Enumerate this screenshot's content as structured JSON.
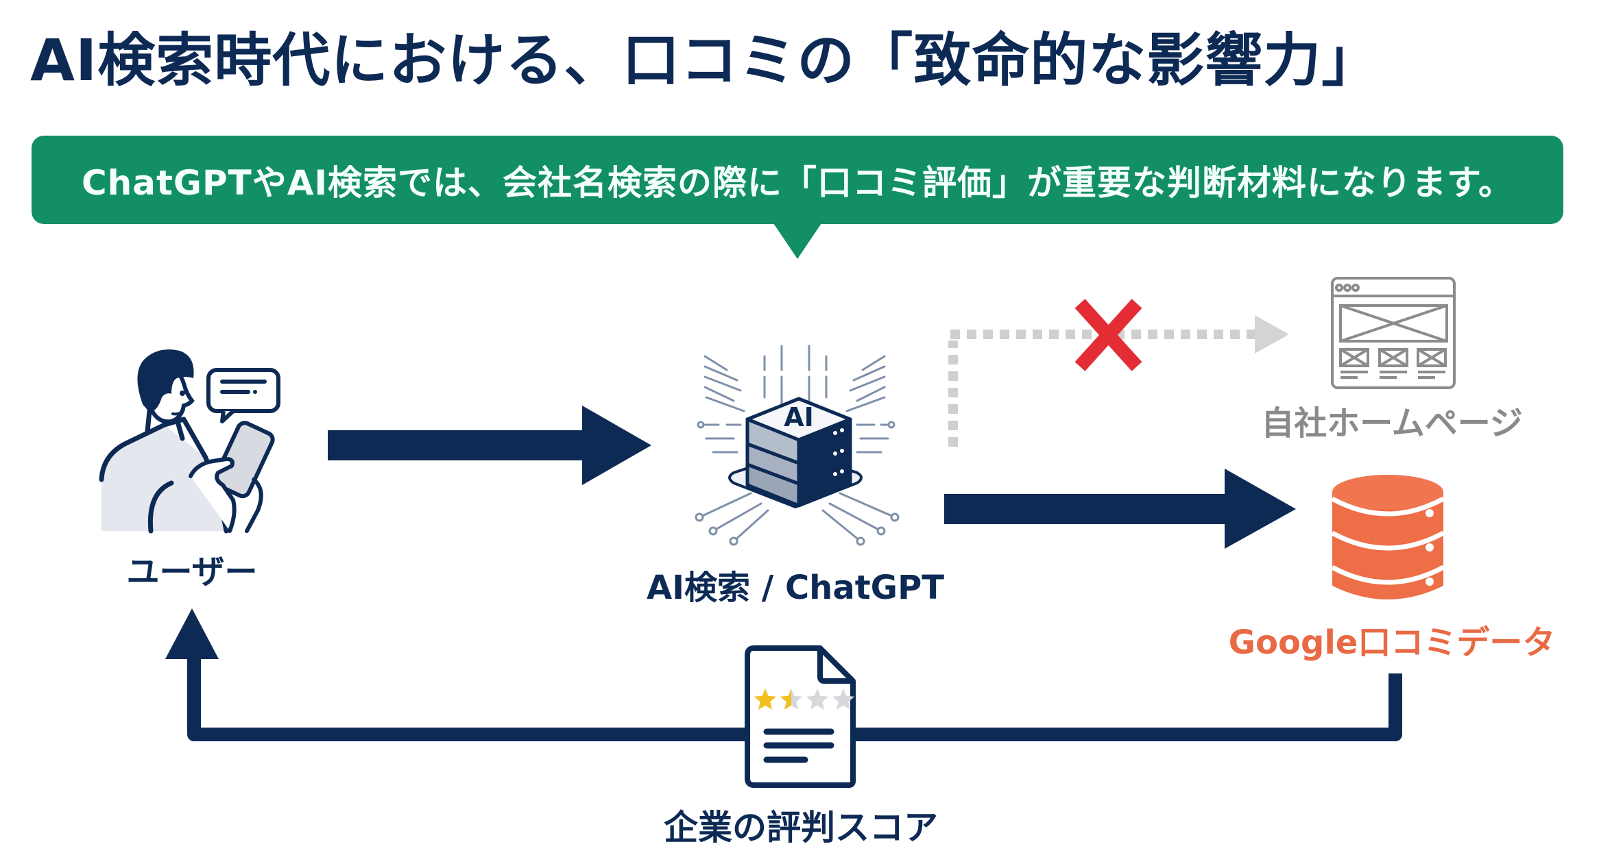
{
  "title": "AI検索時代における、口コミの「致命的な影響力」",
  "banner": {
    "text": "ChatGPTやAI検索では、会社名検索の際に「口コミ評価」が重要な判断材料になります。",
    "color": "#138f68"
  },
  "nodes": {
    "user": {
      "label": "ユーザー",
      "icon": "person-with-smartphone-icon"
    },
    "ai": {
      "label": "AI検索 / ChatGPT",
      "icon": "ai-server-stack-icon",
      "badge": "AI"
    },
    "website": {
      "label": "自社ホームページ",
      "icon": "webpage-wireframe-icon"
    },
    "reviews_db": {
      "label": "Google口コミデータ",
      "icon": "database-icon",
      "color": "#ee6e47"
    },
    "score": {
      "label": "企業の評判スコア",
      "icon": "review-document-icon",
      "stars_filled": 1.5,
      "stars_total": 4
    }
  },
  "edges": [
    {
      "from": "user",
      "to": "ai",
      "style": "solid"
    },
    {
      "from": "ai",
      "to": "website",
      "style": "dotted",
      "blocked": true
    },
    {
      "from": "ai",
      "to": "reviews_db",
      "style": "solid"
    },
    {
      "from": "reviews_db",
      "to": "user",
      "style": "solid",
      "via": "score"
    }
  ],
  "colors": {
    "navy": "#0d2a55",
    "gray": "#c8c8c8",
    "red": "#e32c33",
    "orange": "#ee6e47",
    "star": "#f2c01e"
  }
}
